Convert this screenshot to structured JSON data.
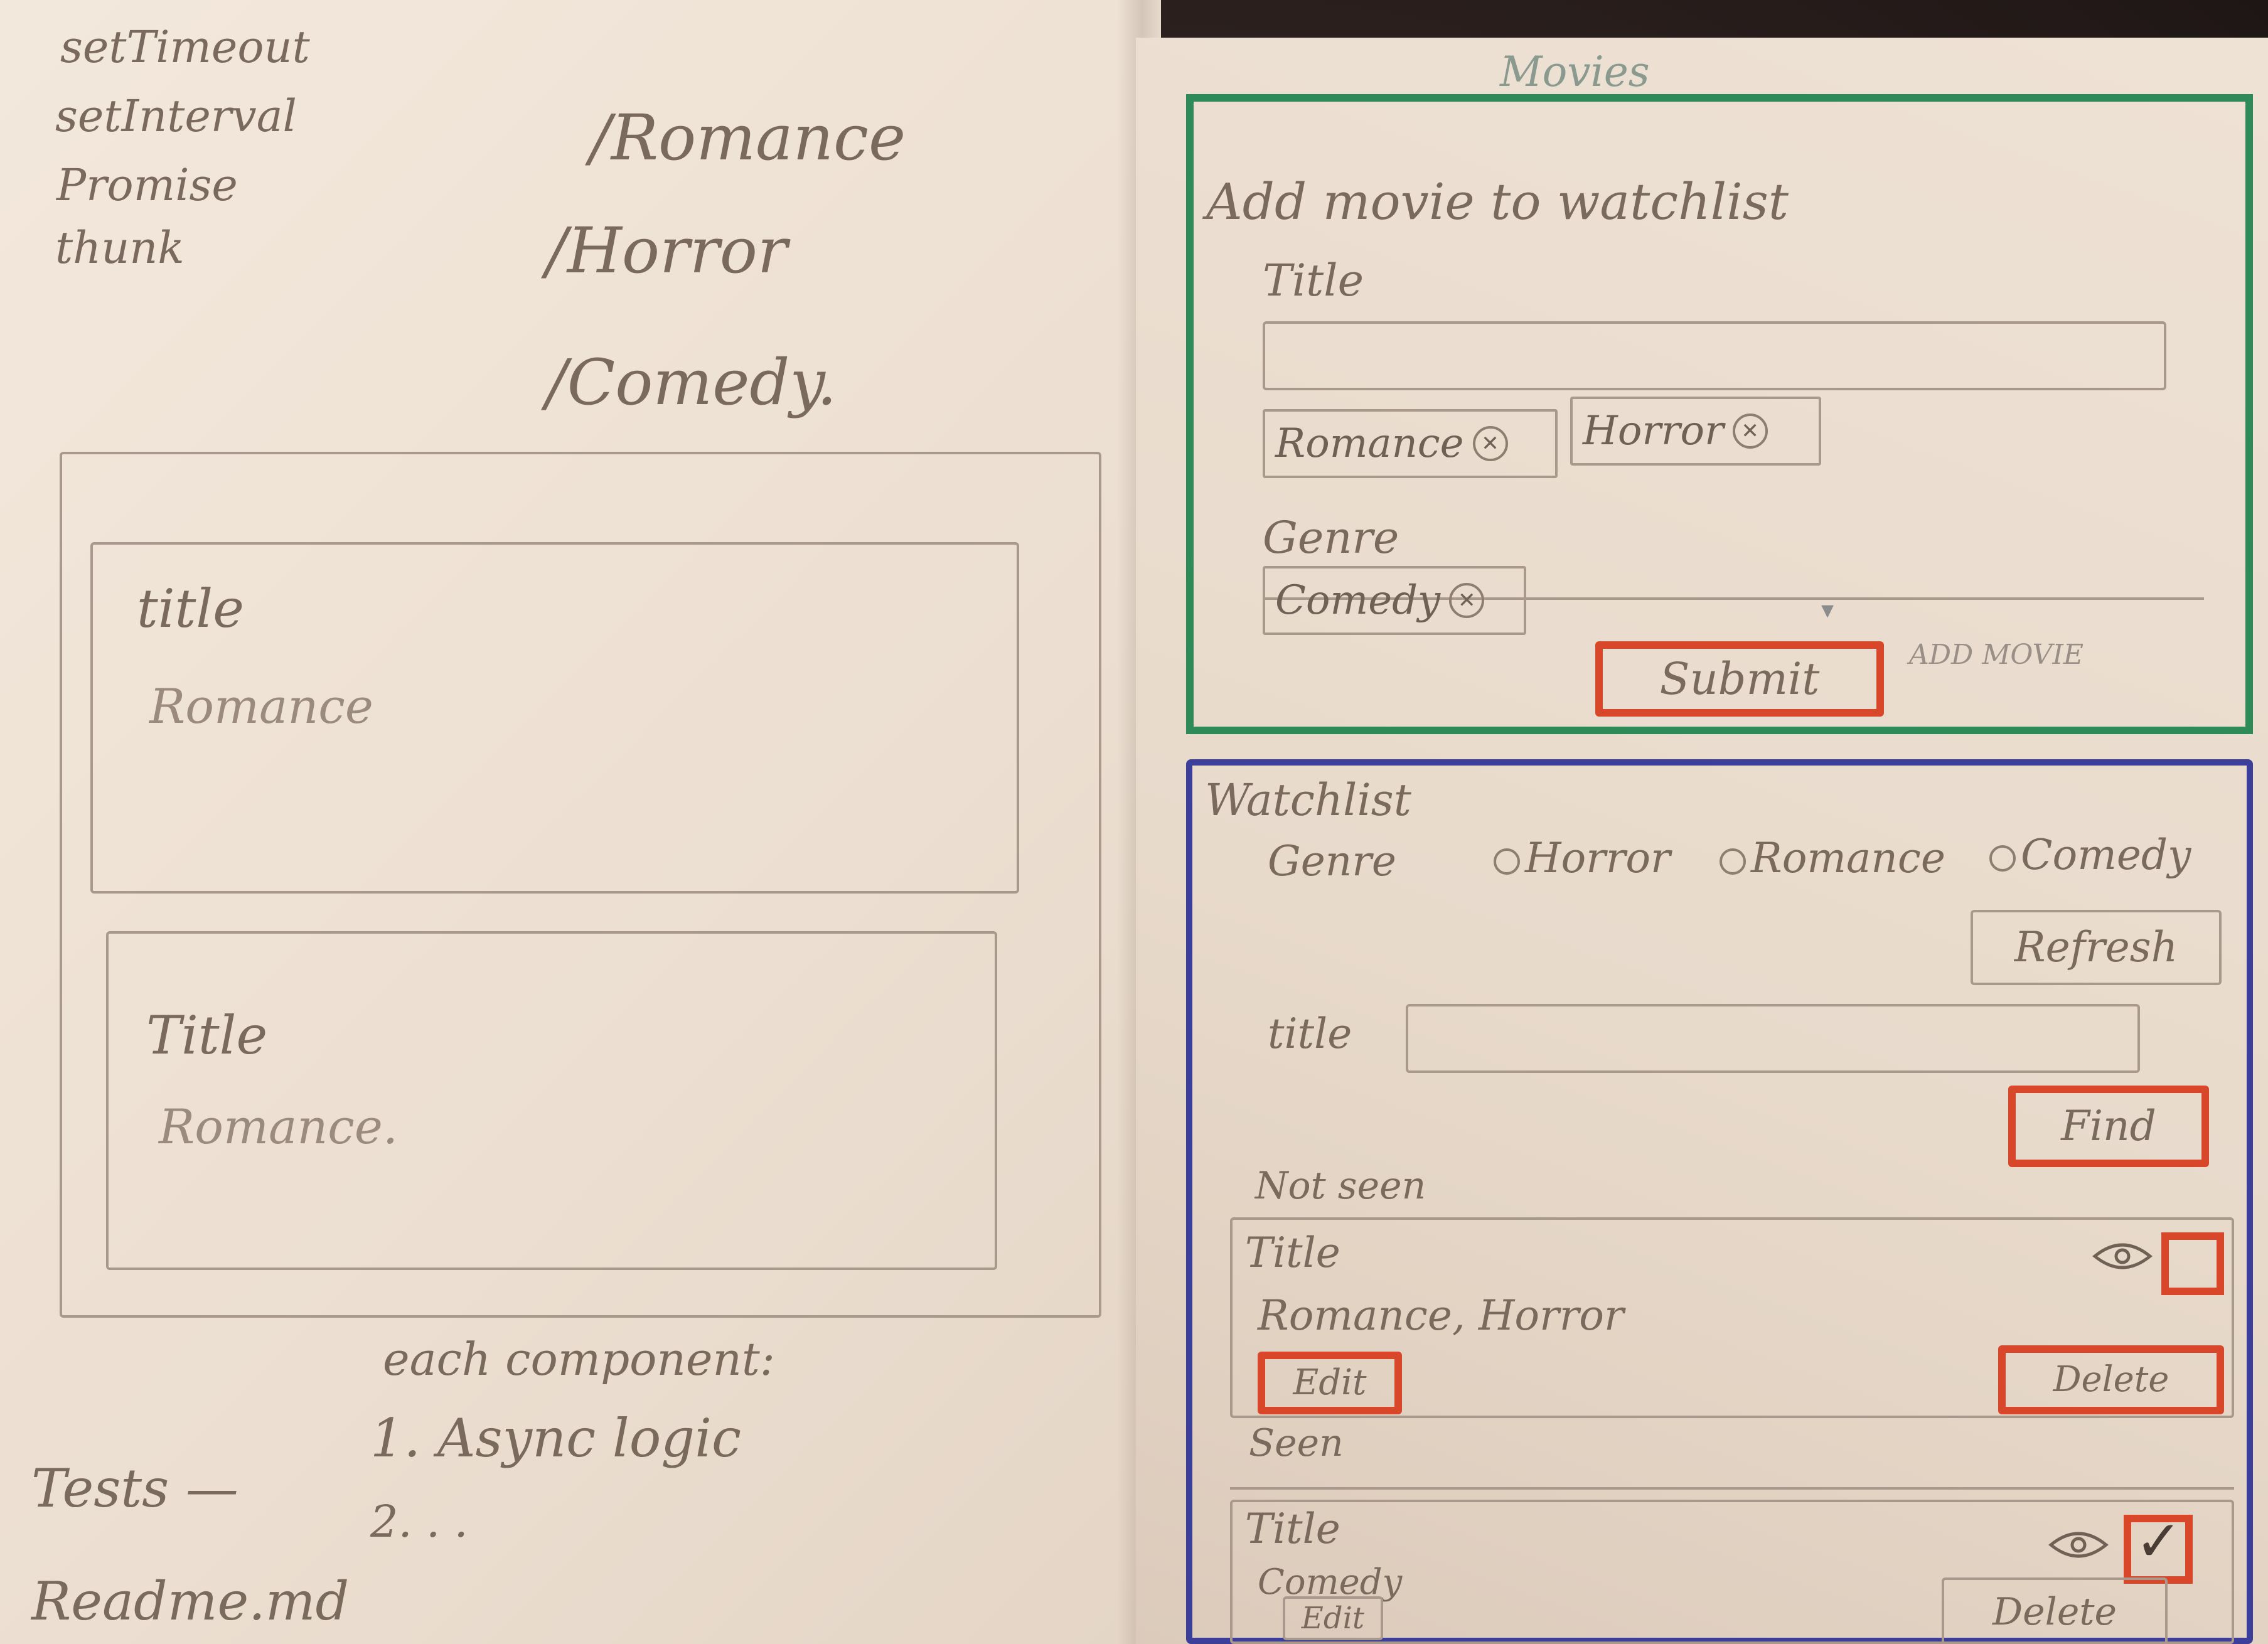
{
  "left_page": {
    "notes": [
      "setTimeout",
      "setInterval",
      "Promise",
      "thunk"
    ],
    "routes": [
      "/Romance",
      "/Horror",
      "/Comedy."
    ],
    "cards": [
      {
        "title": "title",
        "genre": "Romance"
      },
      {
        "title": "Title",
        "genre": "Romance."
      }
    ],
    "bottom": {
      "each_component": "each component:",
      "item1": "1. Async logic",
      "item2": "2. . .",
      "tests": "Tests —",
      "readme": "Readme.md"
    }
  },
  "right_page": {
    "header": "Movies",
    "add_form": {
      "heading": "Add movie to watchlist",
      "title_label": "Title",
      "title_value": "",
      "title_chips": [
        "Romance",
        "Horror"
      ],
      "genre_label": "Genre",
      "genre_chips": [
        "Comedy"
      ],
      "submit_label": "Submit",
      "annotation": "ADD MOVIE"
    },
    "watchlist": {
      "heading": "Watchlist",
      "genre_label": "Genre",
      "genre_options": [
        "Horror",
        "Romance",
        "Comedy"
      ],
      "refresh_label": "Refresh",
      "title_label": "title",
      "title_value": "",
      "find_label": "Find",
      "not_seen_label": "Not seen",
      "not_seen_items": [
        {
          "title": "Title",
          "genres": "Romance, Horror",
          "edit": "Edit",
          "delete": "Delete",
          "checked": false
        }
      ],
      "seen_label": "Seen",
      "seen_items": [
        {
          "title": "Title",
          "genres": "Comedy",
          "edit": "Edit",
          "delete": "Delete",
          "checked": true
        }
      ]
    },
    "icons": [
      "eye-icon",
      "checkbox-icon",
      "close-circle-icon"
    ],
    "colors": {
      "add_form_border": "#2f8a5a",
      "watchlist_border": "#3b3f9a",
      "action_highlight": "#d9472b"
    }
  }
}
